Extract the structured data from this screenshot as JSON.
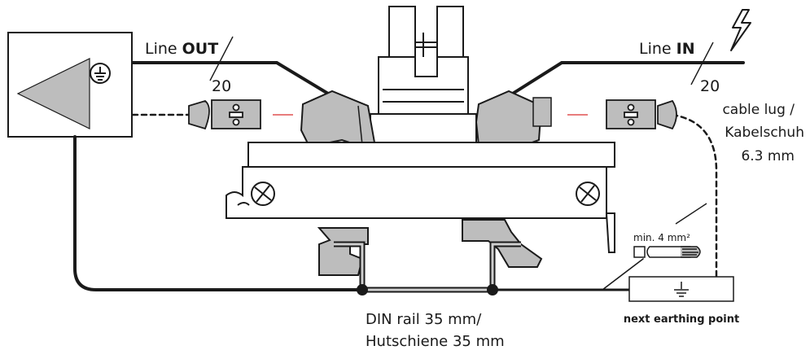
{
  "labels": {
    "line_out_prefix": "Line ",
    "line_out_bold": "OUT",
    "line_out_count": "20",
    "line_in_prefix": "Line ",
    "line_in_bold": "IN",
    "line_in_count": "20",
    "cable_lug_line1": "cable lug /",
    "cable_lug_line2": "Kabelschuh",
    "cable_lug_line3": "6.3 mm",
    "min_cross_section": "min. 4 mm²",
    "din_rail_line1": "DIN rail 35 mm/",
    "din_rail_line2": "Hutschiene 35 mm",
    "earthing_point": "next earthing point"
  },
  "colors": {
    "part_gray": "#bdbdbd",
    "outline": "#1a1a1a",
    "insulation_mark": "#e05050"
  },
  "icons": {
    "ground": "protective-earth-icon",
    "lightning": "lightning-bolt-icon",
    "amplifier": "triangle-device-icon"
  }
}
